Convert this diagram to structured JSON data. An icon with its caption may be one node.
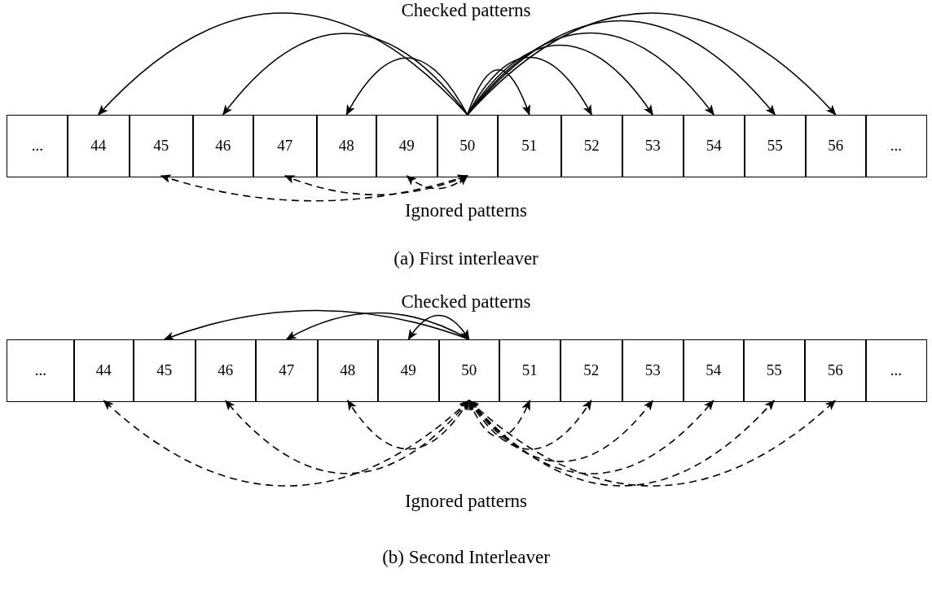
{
  "diagram": {
    "nodes": [
      {
        "text": [
          "..."
        ]
      },
      {
        "text": [
          "44"
        ]
      },
      {
        "text": [
          "45"
        ]
      },
      {
        "text": [
          "46"
        ]
      },
      {
        "text": [
          "47"
        ]
      },
      {
        "text": [
          "48"
        ]
      },
      {
        "text": [
          "49"
        ]
      },
      {
        "text": [
          "50"
        ]
      },
      {
        "text": [
          "51"
        ]
      },
      {
        "text": [
          "52"
        ]
      },
      {
        "text": [
          "53"
        ]
      },
      {
        "text": [
          "54"
        ]
      },
      {
        "text": [
          "55"
        ]
      },
      {
        "text": [
          "56"
        ]
      },
      {
        "text": [
          "..."
        ]
      },
      {
        "text": [
          "..."
        ]
      },
      {
        "text": [
          "44"
        ]
      },
      {
        "text": [
          "45"
        ]
      },
      {
        "text": [
          "46"
        ]
      },
      {
        "text": [
          "47"
        ]
      },
      {
        "text": [
          "48"
        ]
      },
      {
        "text": [
          "49"
        ]
      },
      {
        "text": [
          "50"
        ]
      },
      {
        "text": [
          "51"
        ]
      },
      {
        "text": [
          "52"
        ]
      },
      {
        "text": [
          "53"
        ]
      },
      {
        "text": [
          "54"
        ]
      },
      {
        "text": [
          "55"
        ]
      },
      {
        "text": [
          "56"
        ]
      },
      {
        "text": [
          "..."
        ]
      }
    ],
    "edges": [
      {
        "from": 7,
        "to": 1,
        "arrow": "to"
      },
      {
        "from": 7,
        "to": 3,
        "arrow": "to"
      },
      {
        "from": 7,
        "to": 5,
        "arrow": "to"
      },
      {
        "from": 7,
        "to": 8,
        "arrow": "to"
      },
      {
        "from": 7,
        "to": 9,
        "arrow": "to"
      },
      {
        "from": 7,
        "to": 10,
        "arrow": "to"
      },
      {
        "from": 7,
        "to": 11,
        "arrow": "to"
      },
      {
        "from": 7,
        "to": 12,
        "arrow": "to"
      },
      {
        "from": 7,
        "to": 13,
        "arrow": "to"
      },
      {
        "from": 7,
        "to": 2,
        "arrow": "both",
        "style": "dashed"
      },
      {
        "from": 7,
        "to": 4,
        "arrow": "both",
        "style": "dashed"
      },
      {
        "from": 7,
        "to": 6,
        "arrow": "both",
        "style": "dashed"
      },
      {
        "from": 22,
        "to": 17,
        "arrow": "to"
      },
      {
        "from": 22,
        "to": 19,
        "arrow": "to"
      },
      {
        "from": 21,
        "to": 22,
        "arrow": "both"
      },
      {
        "from": 22,
        "to": 16,
        "arrow": "both",
        "style": "dashed"
      },
      {
        "from": 22,
        "to": 18,
        "arrow": "both",
        "style": "dashed"
      },
      {
        "from": 22,
        "to": 20,
        "arrow": "both",
        "style": "dashed"
      },
      {
        "from": 22,
        "to": 23,
        "arrow": "both",
        "style": "dashed"
      },
      {
        "from": 22,
        "to": 24,
        "arrow": "both",
        "style": "dashed"
      },
      {
        "from": 22,
        "to": 25,
        "arrow": "both",
        "style": "dashed"
      },
      {
        "from": 22,
        "to": 26,
        "arrow": "both",
        "style": "dashed"
      },
      {
        "from": 22,
        "to": 27,
        "arrow": "both",
        "style": "dashed"
      },
      {
        "from": 22,
        "to": 28,
        "arrow": "both",
        "style": "dashed"
      }
    ],
    "labels": [
      "Checked patterns",
      "Ignored patterns",
      "(a) First interleaver",
      "Checked patterns",
      "Ignored patterns",
      "(b) Second Interleaver"
    ]
  }
}
